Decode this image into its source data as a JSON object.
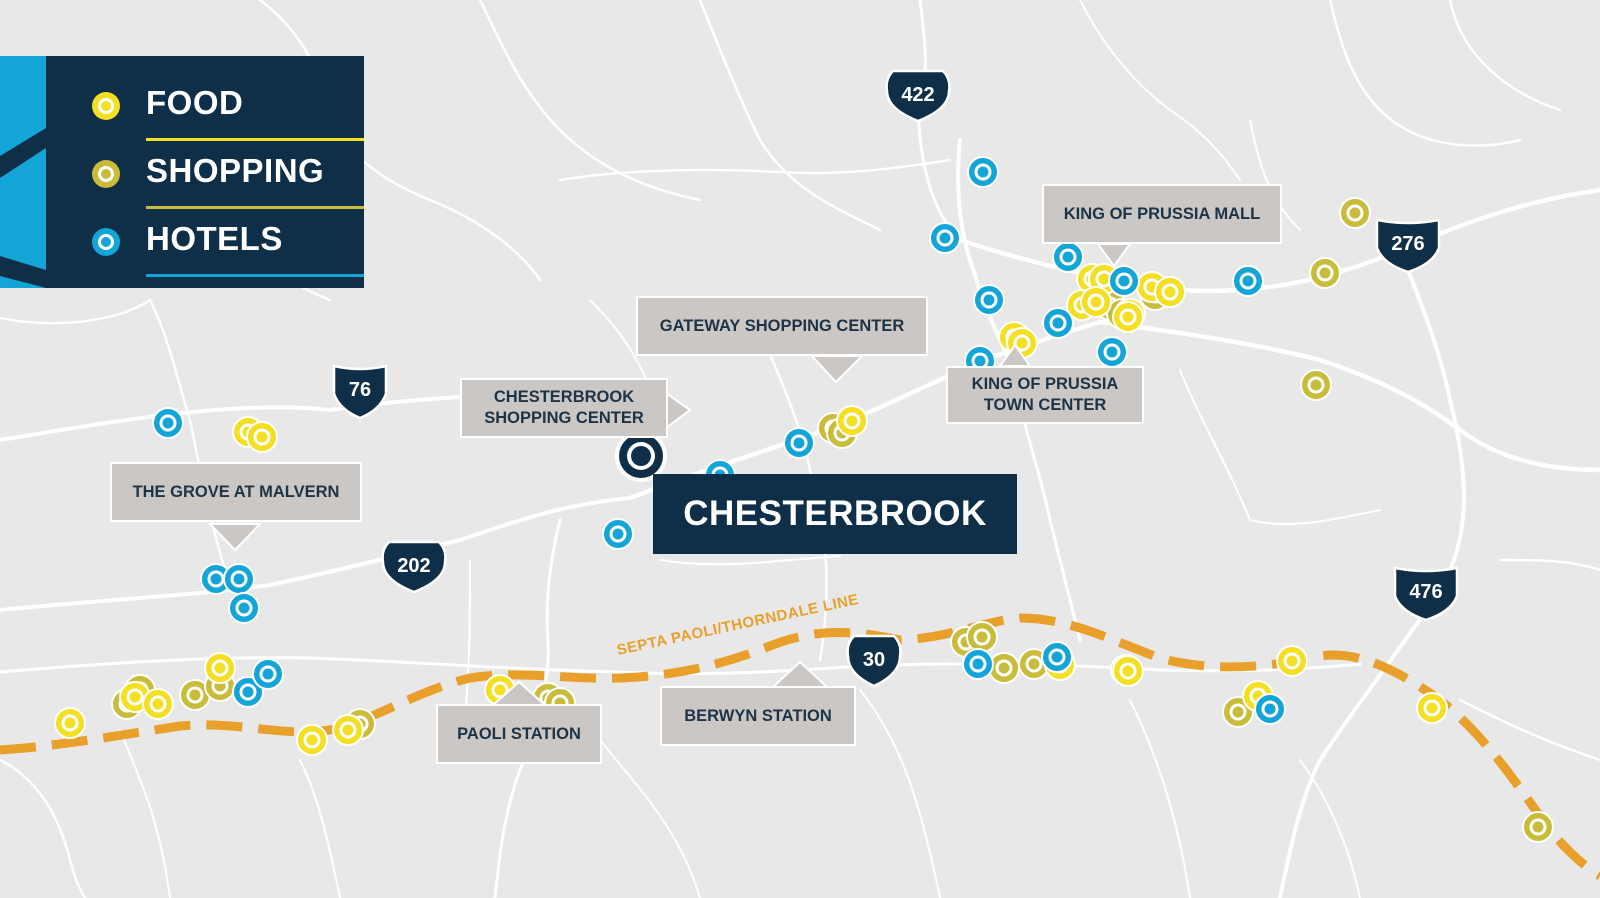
{
  "legend": {
    "items": [
      {
        "label": "FOOD",
        "color": "#f4df22"
      },
      {
        "label": "SHOPPING",
        "color": "#c9bc3a"
      },
      {
        "label": "HOTELS",
        "color": "#13a5d8"
      }
    ]
  },
  "map": {
    "center_label": "CHESTERBROOK",
    "rail_label": "SEPTA PAOLI/THORNDALE LINE",
    "callouts": [
      {
        "id": "kop-mall",
        "text": [
          "KING OF PRUSSIA MALL"
        ]
      },
      {
        "id": "gateway",
        "text": [
          "GATEWAY SHOPPING CENTER"
        ]
      },
      {
        "id": "chesterbrook-sc",
        "text": [
          "CHESTERBROOK",
          "SHOPPING CENTER"
        ]
      },
      {
        "id": "kop-town",
        "text": [
          "KING OF PRUSSIA",
          "TOWN CENTER"
        ]
      },
      {
        "id": "grove",
        "text": [
          "THE GROVE AT MALVERN"
        ]
      },
      {
        "id": "paoli",
        "text": [
          "PAOLI STATION"
        ]
      },
      {
        "id": "berwyn",
        "text": [
          "BERWYN STATION"
        ]
      }
    ],
    "highways": [
      {
        "number": "422",
        "type": "us"
      },
      {
        "number": "276",
        "type": "interstate"
      },
      {
        "number": "76",
        "type": "interstate"
      },
      {
        "number": "202",
        "type": "us"
      },
      {
        "number": "30",
        "type": "us"
      },
      {
        "number": "476",
        "type": "interstate"
      }
    ],
    "colors": {
      "background": "#e8e8e8",
      "road": "#ffffff",
      "rail": "#e8a02a",
      "navy": "#0f2f48",
      "callout": "#cbc7c5"
    },
    "markers": {
      "food": [
        [
          70,
          723
        ],
        [
          135,
          697
        ],
        [
          158,
          704
        ],
        [
          220,
          668
        ],
        [
          248,
          432
        ],
        [
          262,
          437
        ],
        [
          312,
          740
        ],
        [
          348,
          730
        ],
        [
          500,
          690
        ],
        [
          852,
          421
        ],
        [
          1014,
          337
        ],
        [
          1022,
          343
        ],
        [
          1092,
          279
        ],
        [
          1104,
          279
        ],
        [
          1082,
          305
        ],
        [
          1096,
          302
        ],
        [
          1130,
          314
        ],
        [
          1152,
          287
        ],
        [
          1170,
          292
        ],
        [
          1128,
          317
        ],
        [
          1060,
          665
        ],
        [
          1128,
          671
        ],
        [
          1258,
          696
        ],
        [
          1292,
          661
        ],
        [
          1432,
          708
        ]
      ],
      "shopping": [
        [
          127,
          704
        ],
        [
          140,
          690
        ],
        [
          195,
          695
        ],
        [
          220,
          686
        ],
        [
          360,
          724
        ],
        [
          548,
          698
        ],
        [
          560,
          703
        ],
        [
          833,
          428
        ],
        [
          842,
          433
        ],
        [
          966,
          642
        ],
        [
          982,
          637
        ],
        [
          1004,
          668
        ],
        [
          1034,
          664
        ],
        [
          1110,
          305
        ],
        [
          1122,
          314
        ],
        [
          1155,
          295
        ],
        [
          1126,
          670
        ],
        [
          1238,
          712
        ],
        [
          1325,
          273
        ],
        [
          1355,
          213
        ],
        [
          1316,
          385
        ],
        [
          1538,
          827
        ]
      ],
      "hotels": [
        [
          168,
          423
        ],
        [
          216,
          579
        ],
        [
          239,
          579
        ],
        [
          244,
          608
        ],
        [
          248,
          692
        ],
        [
          268,
          674
        ],
        [
          618,
          534
        ],
        [
          720,
          475
        ],
        [
          799,
          443
        ],
        [
          945,
          238
        ],
        [
          983,
          172
        ],
        [
          989,
          300
        ],
        [
          980,
          361
        ],
        [
          1057,
          657
        ],
        [
          978,
          664
        ],
        [
          1058,
          323
        ],
        [
          1068,
          257
        ],
        [
          1124,
          281
        ],
        [
          1112,
          352
        ],
        [
          1248,
          281
        ],
        [
          1270,
          709
        ]
      ]
    }
  }
}
